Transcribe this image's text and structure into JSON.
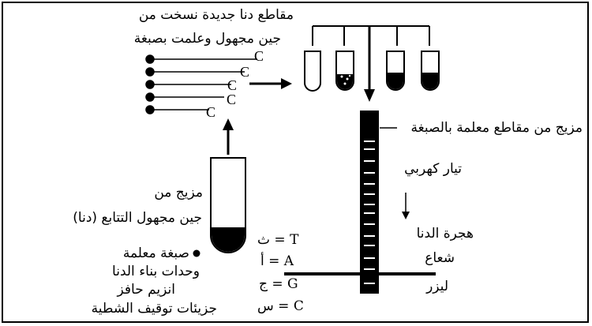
{
  "labels": {
    "fragments_line1": "مقاطع دنا جديدة نسخت من",
    "fragments_line2": "جين مجهول وعلمت بصبغة",
    "mixture_labeled": "مزيج من مقاطع معلمة بالصبغة",
    "electric_current": "تيار كهربي",
    "dna_migration": "هجرة الدنا",
    "laser_line1": "شعاع",
    "laser_line2": "ليزر",
    "mixture_line1": "مزيج من",
    "mixture_line2": "جين مجهول التتابع (دنا)",
    "ingredients": [
      "صبغة معلمة",
      "وحدات بناء الدنا",
      "انزيم حافز",
      "جزيئات توقيف الشطية"
    ]
  },
  "fragment_end_label": "C",
  "base_codes": [
    {
      "letter": "T",
      "eq": "=",
      "arabic": "ث"
    },
    {
      "letter": "A",
      "eq": "=",
      "arabic": "أ"
    },
    {
      "letter": "G",
      "eq": "=",
      "arabic": "ج"
    },
    {
      "letter": "C",
      "eq": "=",
      "arabic": "س"
    }
  ]
}
